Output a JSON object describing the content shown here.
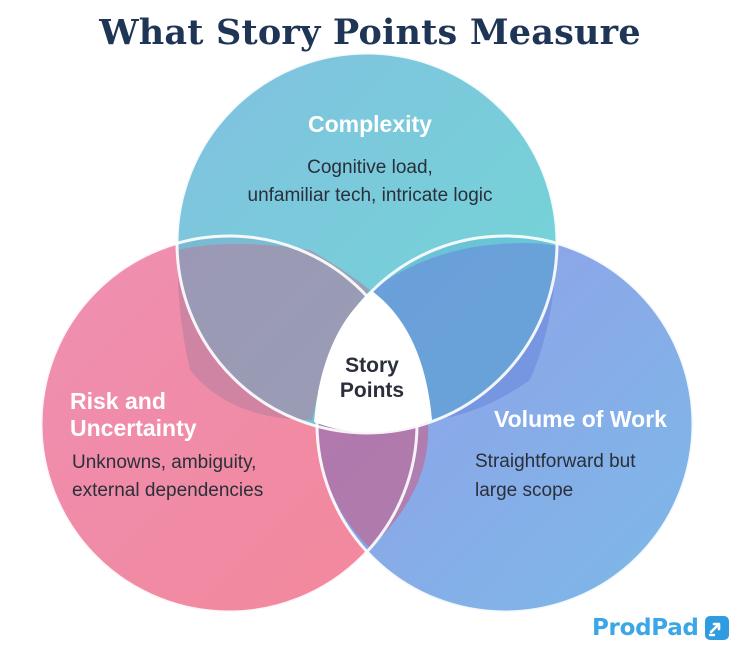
{
  "title": "What Story Points Measure",
  "circles": {
    "complexity": {
      "label": "Complexity",
      "desc_line1": "Cognitive load,",
      "desc_line2": "unfamiliar tech, intricate logic"
    },
    "risk": {
      "label_line1": "Risk and",
      "label_line2": "Uncertainty",
      "desc_line1": "Unknowns, ambiguity,",
      "desc_line2": "external dependencies"
    },
    "volume": {
      "label": "Volume of Work",
      "desc_line1": "Straightforward but",
      "desc_line2": "large scope"
    }
  },
  "center": {
    "line1": "Story",
    "line2": "Points"
  },
  "logo": {
    "text": "ProdPad"
  },
  "colors": {
    "complexity_start": "#6fb8db",
    "complexity_end": "#5fd2cf",
    "risk_start": "#ef8fb3",
    "risk_end": "#f2889a",
    "volume_start": "#8c96e6",
    "volume_end": "#72b4e6",
    "title": "#1f3556",
    "logo": "#3ba7e6"
  }
}
